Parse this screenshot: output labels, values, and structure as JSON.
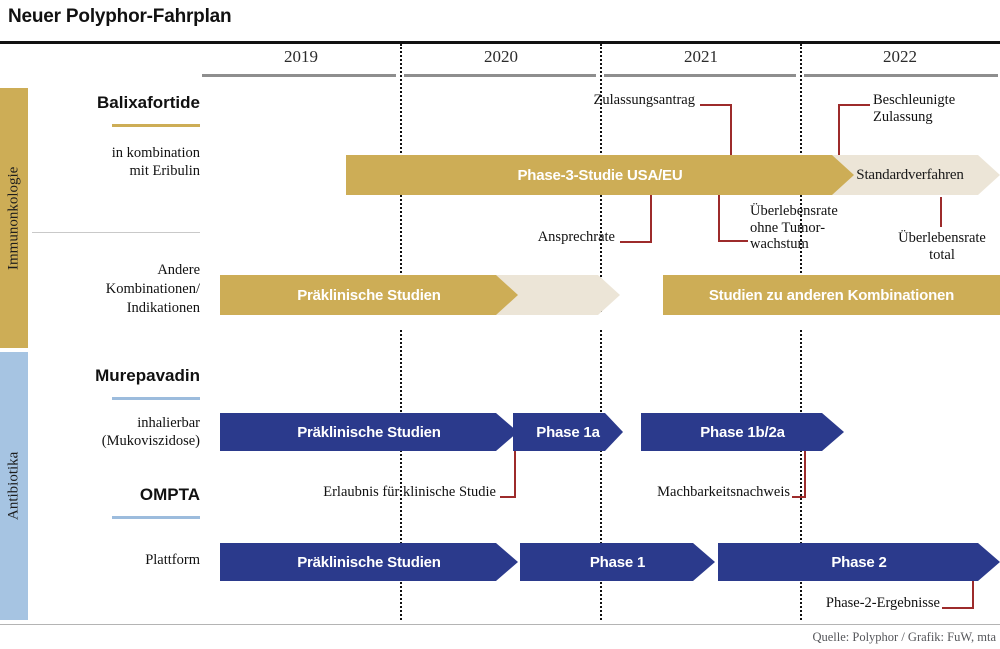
{
  "header": {
    "title": "Neuer Polyphor-Fahrplan",
    "years": [
      "2019",
      "2020",
      "2021",
      "2022"
    ]
  },
  "categories": [
    {
      "name": "Immunonkologie",
      "color": "#cdad56"
    },
    {
      "name": "Antibiotika",
      "color": "#a6c4e2"
    }
  ],
  "rows": [
    {
      "drug": "Balixafortide",
      "sub_line1": "in kombination",
      "sub_line2": "mit Eribulin",
      "bars": [
        {
          "label": "Phase-3-Studie USA/EU",
          "style": "gold"
        },
        {
          "label": "Standardverfahren",
          "style": "beige"
        }
      ]
    },
    {
      "drug": "",
      "sub_line1": "Andere",
      "sub_line2": "Kombinationen/",
      "sub_line3": "Indikationen",
      "bars": [
        {
          "label": "Präklinische Studien",
          "style": "gold"
        },
        {
          "label": "",
          "style": "beige"
        },
        {
          "label": "Studien zu anderen Kombinationen",
          "style": "gold"
        }
      ]
    },
    {
      "drug": "Murepavadin",
      "sub_line1": "inhalierbar",
      "sub_line2": "(Mukoviszidose)",
      "bars": [
        {
          "label": "Präklinische Studien",
          "style": "blue"
        },
        {
          "label": "Phase 1a",
          "style": "blue"
        },
        {
          "label": "Phase 1b/2a",
          "style": "blue"
        }
      ]
    },
    {
      "drug": "OMPTA",
      "sub_line1": "Plattform",
      "bars": [
        {
          "label": "Präklinische Studien",
          "style": "blue"
        },
        {
          "label": "Phase 1",
          "style": "blue"
        },
        {
          "label": "Phase 2",
          "style": "blue"
        }
      ]
    }
  ],
  "annotations": [
    {
      "id": "zulassungsantrag",
      "text": "Zulassungsantrag"
    },
    {
      "id": "beschleunigte",
      "text": "Beschleunigte\nZulassung"
    },
    {
      "id": "ansprechrate",
      "text": "Ansprechrate"
    },
    {
      "id": "ueberleben-ohne",
      "text": "Überlebensrate\nohne Tumor-\nwachstum"
    },
    {
      "id": "ueberleben-total",
      "text": "Überlebensrate\ntotal"
    },
    {
      "id": "erlaubnis",
      "text": "Erlaubnis für klinische Studie"
    },
    {
      "id": "machbarkeit",
      "text": "Machbarkeitsnachweis"
    },
    {
      "id": "phase2ergebnisse",
      "text": "Phase-2-Ergebnisse"
    }
  ],
  "footer": {
    "source": "Quelle: Polyphor / Grafik: FuW, mta"
  },
  "colors": {
    "gold": "#cdad56",
    "beige": "#ece5d7",
    "blue": "#2b3a8c",
    "light_blue": "#a6c4e2",
    "leader_red": "#9d2b2b"
  }
}
